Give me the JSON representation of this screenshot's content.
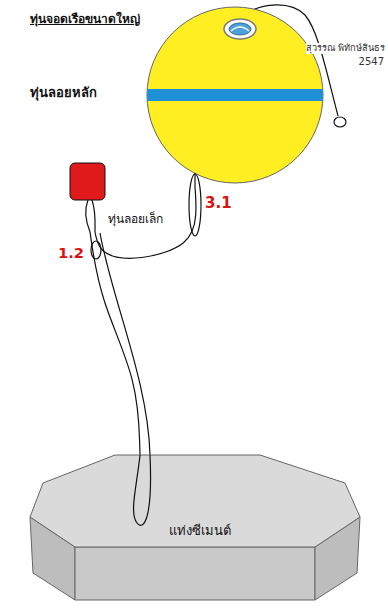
{
  "diagram": {
    "title": "ทุ่นจอดเรือขนาดใหญ่",
    "nodes": [
      {
        "text": [
          "ทุ่นลอยหลัก"
        ]
      },
      {
        "text": [
          "ทุ่นลอยเล็ก"
        ]
      },
      {
        "text": [
          "แท่งซีเมนต์"
        ]
      }
    ],
    "edges": [
      {
        "from": 2,
        "to": 1,
        "arrow": "none"
      },
      {
        "from": 1,
        "to": 0,
        "arrow": "none"
      }
    ],
    "labels": [
      "สุวรรณ พิทักษ์สินธร",
      "2547",
      "3.1",
      "1.2"
    ]
  }
}
